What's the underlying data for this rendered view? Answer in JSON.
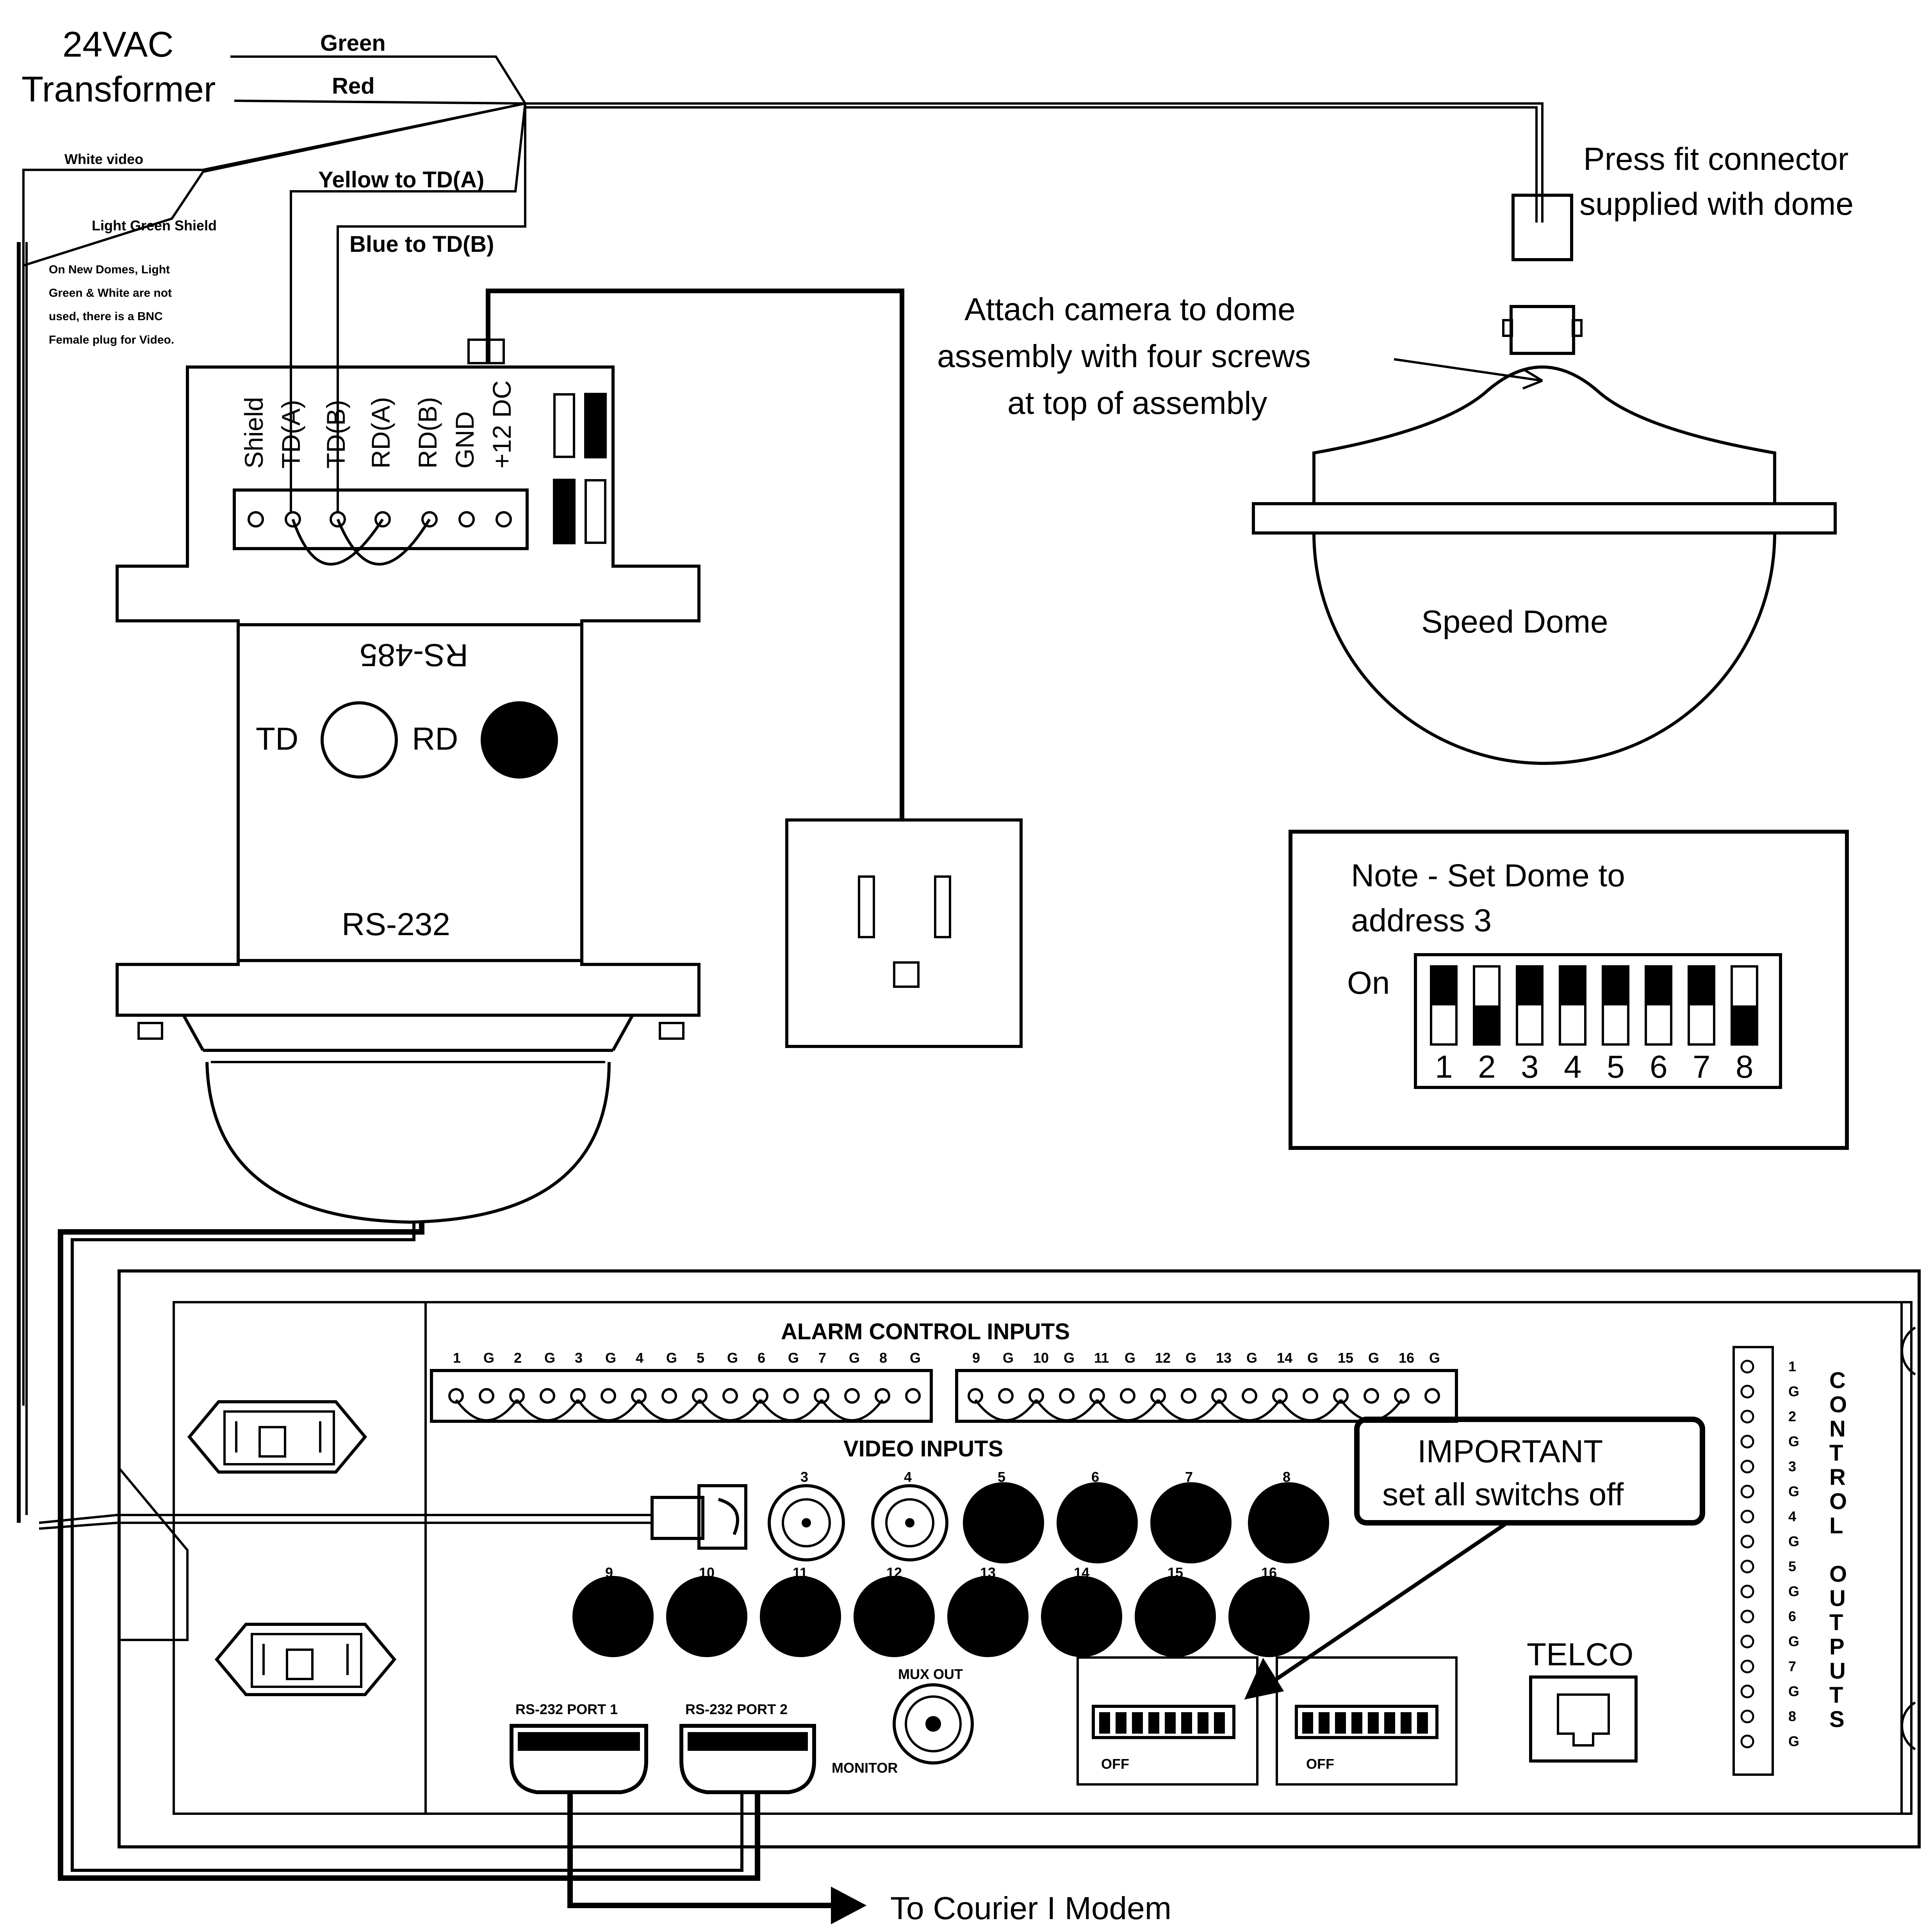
{
  "transformer": {
    "label_line1": "24VAC",
    "label_line2": "Transformer",
    "wire_green": "Green",
    "wire_red": "Red",
    "wire_white_video": "White video",
    "wire_light_green": "Light Green Shield",
    "wire_yellow": "Yellow to TD(A)",
    "wire_blue": "Blue to TD(B)",
    "note_lines": [
      "On New Domes, Light",
      "Green & White are not",
      "used, there is a BNC",
      "Female plug for Video."
    ]
  },
  "dome_connector": {
    "label_line1": "Press fit connector",
    "label_line2": "supplied with dome"
  },
  "camera_attach": {
    "line1": "Attach camera to dome",
    "line2": "assembly with four screws",
    "line3": "at top of assembly"
  },
  "speed_dome": {
    "label": "Speed Dome"
  },
  "converter": {
    "terminals": [
      "Shield",
      "TD(A)",
      "TD(B)",
      "RD(A)",
      "RD(B)",
      "GND",
      "+12 DC"
    ],
    "rs485_label": "RS-485",
    "td_label": "TD",
    "rd_label": "RD",
    "rs232_label": "RS-232"
  },
  "dip_note": {
    "line1": "Note - Set Dome to",
    "line2": "address 3",
    "on_label": "On",
    "switch_numbers": [
      "1",
      "2",
      "3",
      "4",
      "5",
      "6",
      "7",
      "8"
    ],
    "switch_on": [
      true,
      false,
      true,
      true,
      true,
      true,
      true,
      false
    ]
  },
  "panel": {
    "alarm_title": "ALARM CONTROL INPUTS",
    "alarm_labels_a": [
      "1",
      "G",
      "2",
      "G",
      "3",
      "G",
      "4",
      "G",
      "5",
      "G",
      "6",
      "G",
      "7",
      "G",
      "8",
      "G"
    ],
    "alarm_labels_b": [
      "9",
      "G",
      "10",
      "G",
      "11",
      "G",
      "12",
      "G",
      "13",
      "G",
      "14",
      "G",
      "15",
      "G",
      "16",
      "G"
    ],
    "video_title": "VIDEO INPUTS",
    "video_row1": [
      "3",
      "4",
      "5",
      "6",
      "7",
      "8"
    ],
    "video_row2": [
      "9",
      "10",
      "11",
      "12",
      "13",
      "14",
      "15",
      "16"
    ],
    "important_line1": "IMPORTANT",
    "important_line2": "set all switchs off",
    "telco": "TELCO",
    "mux_out": "MUX OUT",
    "monitor": "MONITOR",
    "port1": "RS-232 PORT 1",
    "port2": "RS-232 PORT 2",
    "off1": "OFF",
    "off2": "OFF",
    "control_outputs_labels": [
      "1",
      "G",
      "2",
      "G",
      "3",
      "G",
      "4",
      "G",
      "5",
      "G",
      "6",
      "G",
      "7",
      "G",
      "8",
      "G"
    ],
    "control_outputs_title": "CONTROL OUTPUTS"
  },
  "modem_label": "To Courier I Modem"
}
